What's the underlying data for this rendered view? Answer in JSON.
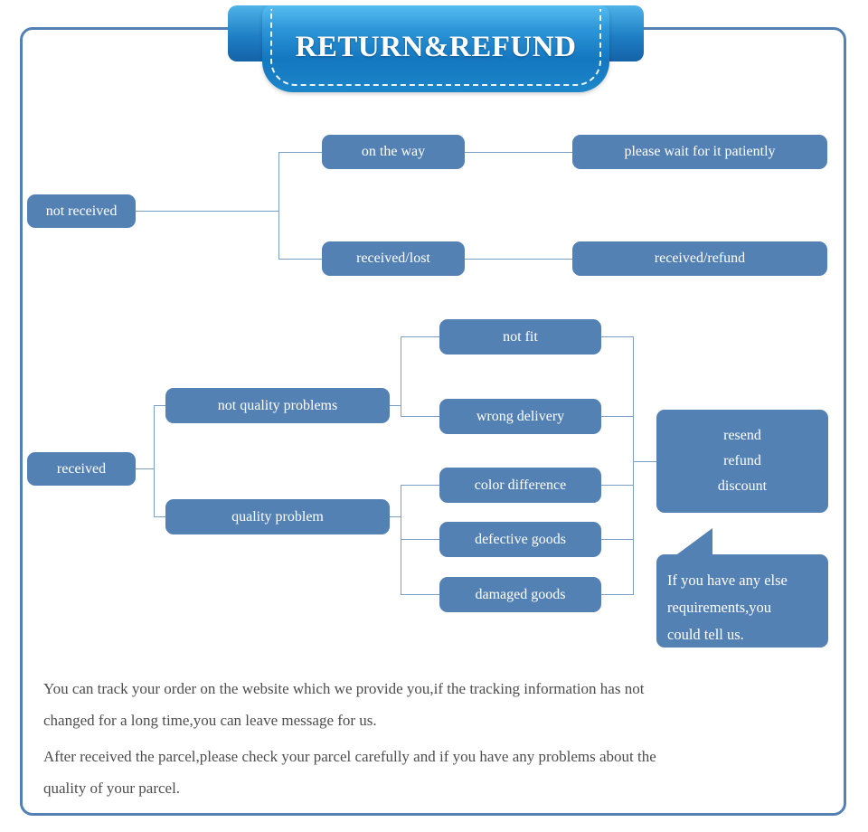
{
  "banner": {
    "title": "RETURN&REFUND"
  },
  "colors": {
    "frame_border": "#5481b4",
    "node_fill": "#5481b4",
    "node_text": "#ffffff",
    "connector": "#7b9ec4",
    "banner_blue_light": "#56bdf0",
    "banner_blue_dark": "#1463a8",
    "note_text": "#4d4d4d"
  },
  "flow": {
    "not_received": {
      "root": "not received",
      "branches": [
        {
          "label": "on the way",
          "outcome": "please wait for it patiently"
        },
        {
          "label": "received/lost",
          "outcome": "received/refund"
        }
      ]
    },
    "received": {
      "root": "received",
      "categories": [
        {
          "label": "not quality problems",
          "issues": [
            "not fit",
            "wrong delivery"
          ]
        },
        {
          "label": "quality problem",
          "issues": [
            "color difference",
            "defective goods",
            "damaged goods"
          ]
        }
      ],
      "resolution": {
        "lines": [
          "resend",
          "refund",
          "discount"
        ]
      }
    }
  },
  "bubble": {
    "lines": [
      "If you have any else",
      "requirements,you",
      "could tell us."
    ]
  },
  "notes": [
    {
      "lines": [
        "You can track your order on the website which we provide you,if the tracking information has not",
        "changed for a long time,you can leave message for us."
      ]
    },
    {
      "lines": [
        "After received the parcel,please check your parcel carefully and if you have any problems about the",
        "quality of your parcel."
      ]
    }
  ]
}
